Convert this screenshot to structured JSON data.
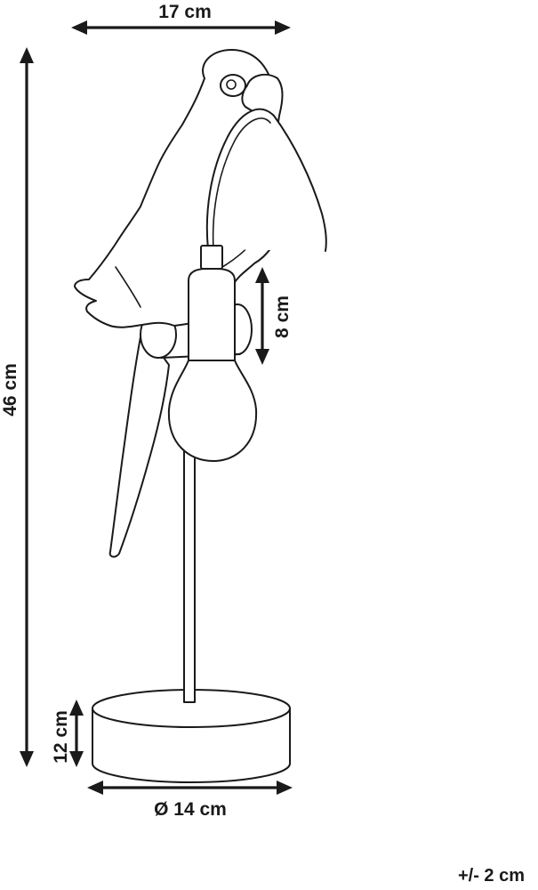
{
  "dimensions": {
    "width": "17 cm",
    "height": "46 cm",
    "socket_height": "8 cm",
    "base_height": "12 cm",
    "base_diameter": "Ø 14 cm"
  },
  "tolerance": "+/- 2 cm",
  "colors": {
    "line": "#1a1a1a",
    "background": "#ffffff"
  }
}
